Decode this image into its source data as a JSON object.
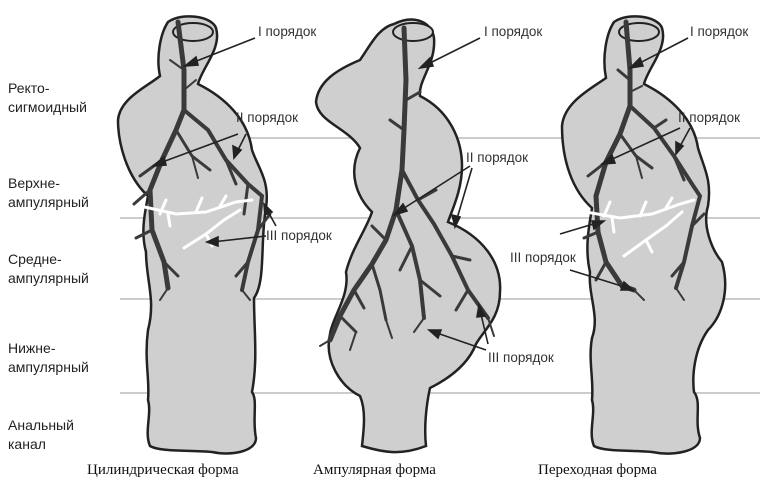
{
  "levels": [
    {
      "line1": "Ректо-",
      "line2": "сигмоидный"
    },
    {
      "line1": "Верхне-",
      "line2": "ампулярный"
    },
    {
      "line1": "Средне-",
      "line2": "ампулярный"
    },
    {
      "line1": "Нижне-",
      "line2": "ампулярный"
    },
    {
      "line1": "Анальный",
      "line2": "канал"
    }
  ],
  "captions": {
    "cylindrical": "Цилиндрическая форма",
    "ampullary": "Ампулярная форма",
    "transitional": "Переходная форма"
  },
  "labels": {
    "order1": "I порядок",
    "order2": "II порядок",
    "order3": "III порядок"
  },
  "colors": {
    "organ_fill": "#cfcfcf",
    "vessel": "#3a3a3a",
    "light_vessel": "#ffffff",
    "divider": "#9a9a9a"
  }
}
